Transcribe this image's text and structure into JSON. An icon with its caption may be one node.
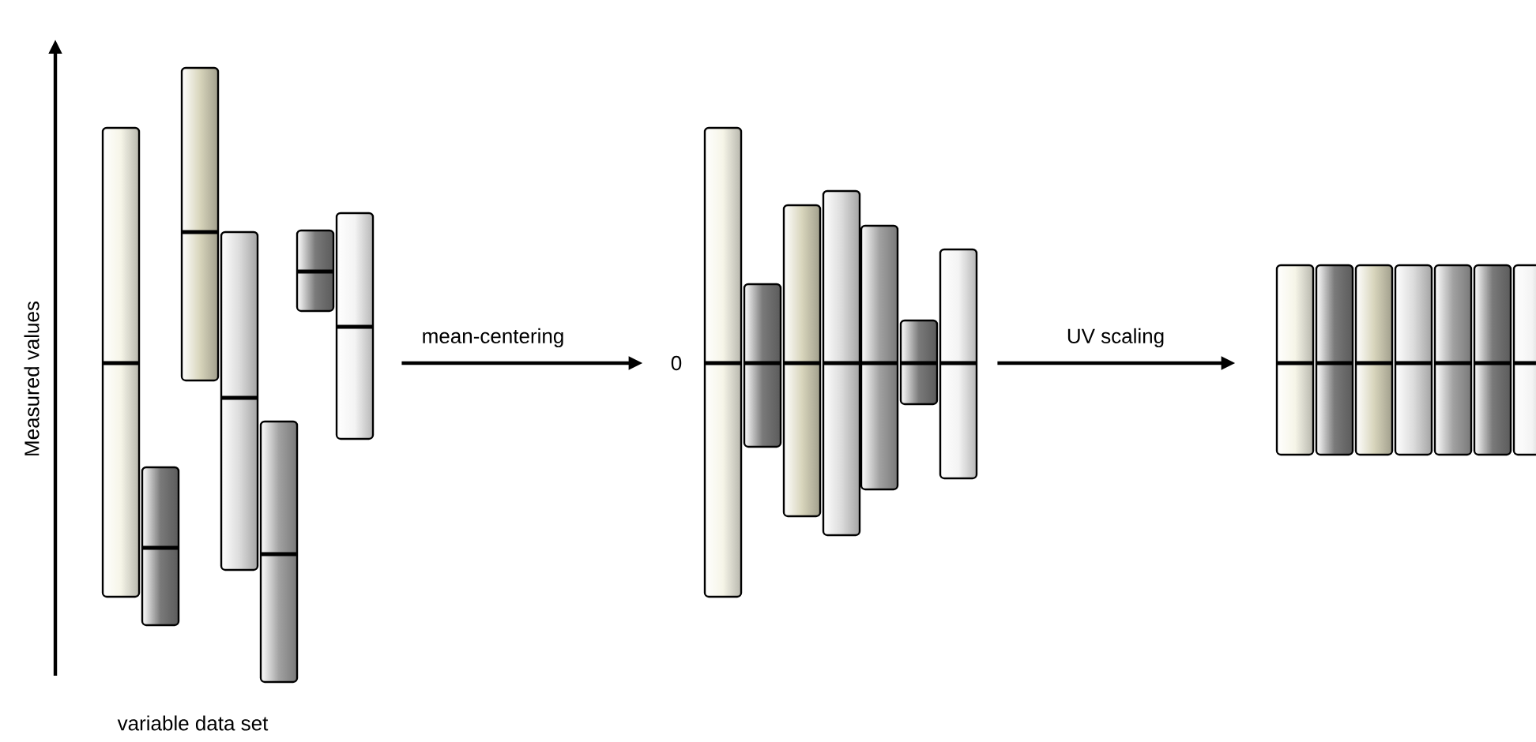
{
  "diagram": {
    "nodes": [
      {
        "text": [],
        "shape": "picture"
      },
      {
        "text": [],
        "shape": "picture"
      },
      {
        "text": [],
        "shape": "picture"
      }
    ],
    "edges": [
      {
        "from": 0,
        "to": 1,
        "arrow": "to",
        "label": "mean-centering"
      },
      {
        "from": 1,
        "to": 2,
        "arrow": "to",
        "label": "UV scaling"
      }
    ],
    "labels": [
      "Measured values",
      "variable data set",
      "0"
    ]
  }
}
